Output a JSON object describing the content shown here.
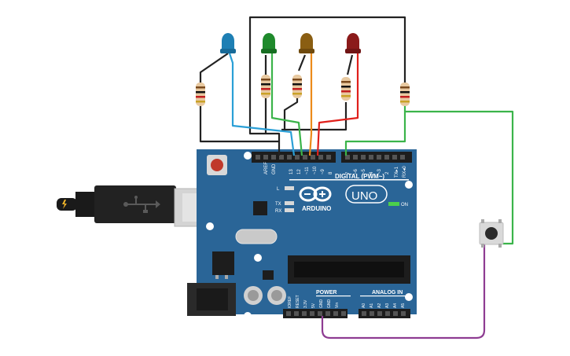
{
  "board": {
    "name_logo": "ARDUINO",
    "model_logo": "UNO",
    "digital_header_label": "DIGITAL (PWM~)",
    "power_header_label": "POWER",
    "analog_header_label": "ANALOG IN",
    "on_label": "ON",
    "led_l_label": "L",
    "led_tx_label": "TX",
    "led_rx_label": "RX",
    "aref_label": "AREF",
    "gnd_label": "GND",
    "digital_pins": [
      "13",
      "12",
      "~11",
      "~10",
      "~9",
      "8",
      "7",
      "~6",
      "~5",
      "4",
      "~3",
      "2",
      "TX▸1",
      "RX◂0"
    ],
    "power_pins": [
      "IOREF",
      "RESET",
      "3.3V",
      "5V",
      "GND",
      "GND",
      "Vin"
    ],
    "analog_pins": [
      "A0",
      "A1",
      "A2",
      "A3",
      "A4",
      "A5"
    ],
    "colors": {
      "pcb": "#2a6597",
      "header": "#1d1d1d",
      "text": "#ffffff"
    }
  },
  "leds": [
    {
      "name": "blue-led",
      "color": "#1e7fb4"
    },
    {
      "name": "green-led",
      "color": "#1f8a2c"
    },
    {
      "name": "yellow-led",
      "color": "#8a5e12"
    },
    {
      "name": "red-led",
      "color": "#8b1a1a"
    }
  ],
  "wires": {
    "black": "#222222",
    "blue": "#2a9fd6",
    "green": "#3bb44a",
    "orange": "#ec8a1a",
    "red": "#e0201b",
    "purple": "#8e3c92"
  }
}
